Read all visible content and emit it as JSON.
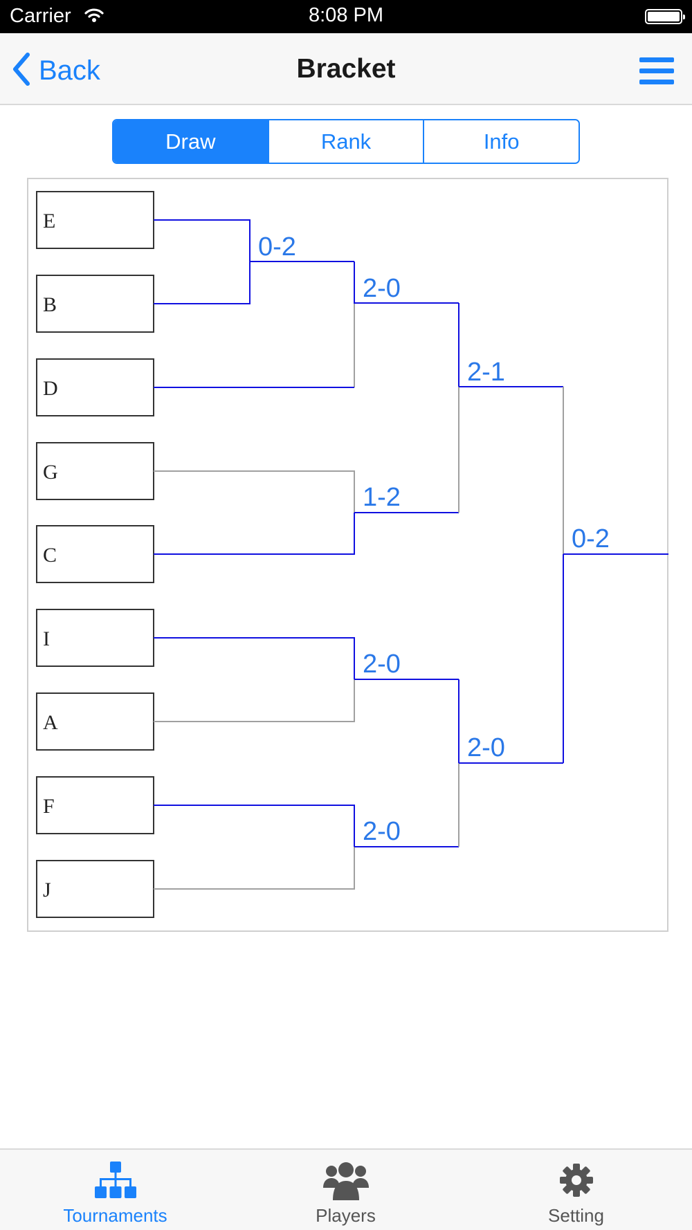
{
  "status_bar": {
    "carrier": "Carrier",
    "time": "8:08 PM"
  },
  "nav": {
    "back_label": "Back",
    "title": "Bracket"
  },
  "segments": [
    {
      "label": "Draw",
      "active": true
    },
    {
      "label": "Rank",
      "active": false
    },
    {
      "label": "Info",
      "active": false
    }
  ],
  "bracket": {
    "players": [
      "E",
      "B",
      "D",
      "G",
      "C",
      "I",
      "A",
      "F",
      "J"
    ],
    "scores": {
      "m1": "0-2",
      "m2": "2-0",
      "m3": "1-2",
      "m4": "2-0",
      "m5": "2-0",
      "m6": "2-1",
      "m7": "2-0",
      "m8": "0-2"
    },
    "colors": {
      "winner_line": "#1010e0",
      "loser_line": "#a0a0a0",
      "score_text": "#2a78e8",
      "box_border": "#333333"
    }
  },
  "tabs": [
    {
      "label": "Tournaments",
      "icon": "tournament-tree-icon",
      "active": true
    },
    {
      "label": "Players",
      "icon": "players-group-icon",
      "active": false
    },
    {
      "label": "Setting",
      "icon": "gear-icon",
      "active": false
    }
  ],
  "colors": {
    "accent": "#1a82fb",
    "nav_background": "#f7f7f7",
    "inactive_tab": "#555555"
  }
}
